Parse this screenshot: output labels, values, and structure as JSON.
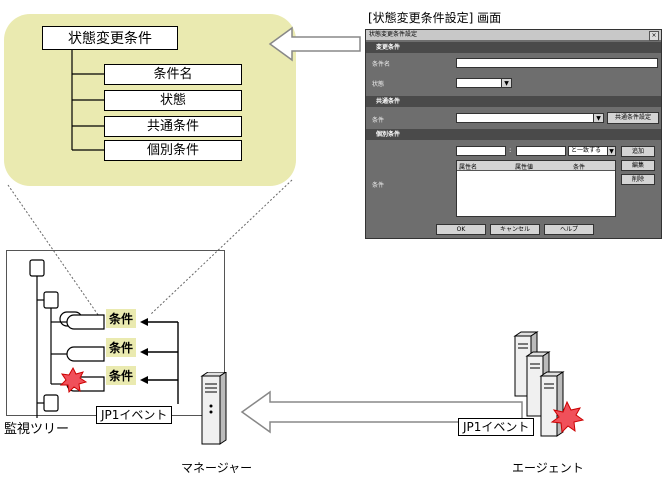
{
  "screen_title": "[状態変更条件設定] 画面",
  "tree": {
    "root": "状態変更条件",
    "children": [
      "条件名",
      "状態",
      "共通条件",
      "個別条件"
    ]
  },
  "dialog": {
    "title": "状態変更条件設定",
    "close": "×",
    "section_change": "変更条件",
    "label_name": "条件名",
    "label_state": "状態",
    "section_common": "共通条件",
    "label_common": "条件",
    "common_button": "共通条件設定",
    "section_individual": "個別条件",
    "label_individual": "条件",
    "match_select": "と一致する",
    "list_columns": [
      "属性名",
      "属性値",
      "条件"
    ],
    "side_buttons": [
      "追加",
      "編集",
      "削除"
    ],
    "ok": "OK",
    "cancel": "キャンセル",
    "help": "ヘルプ"
  },
  "monitor": {
    "conditions": [
      "条件",
      "条件",
      "条件"
    ],
    "event_left": "JP1イベント",
    "tree_label": "監視ツリー"
  },
  "manager_label": "マネージャー",
  "agent_label": "エージェント",
  "event_right": "JP1イベント"
}
